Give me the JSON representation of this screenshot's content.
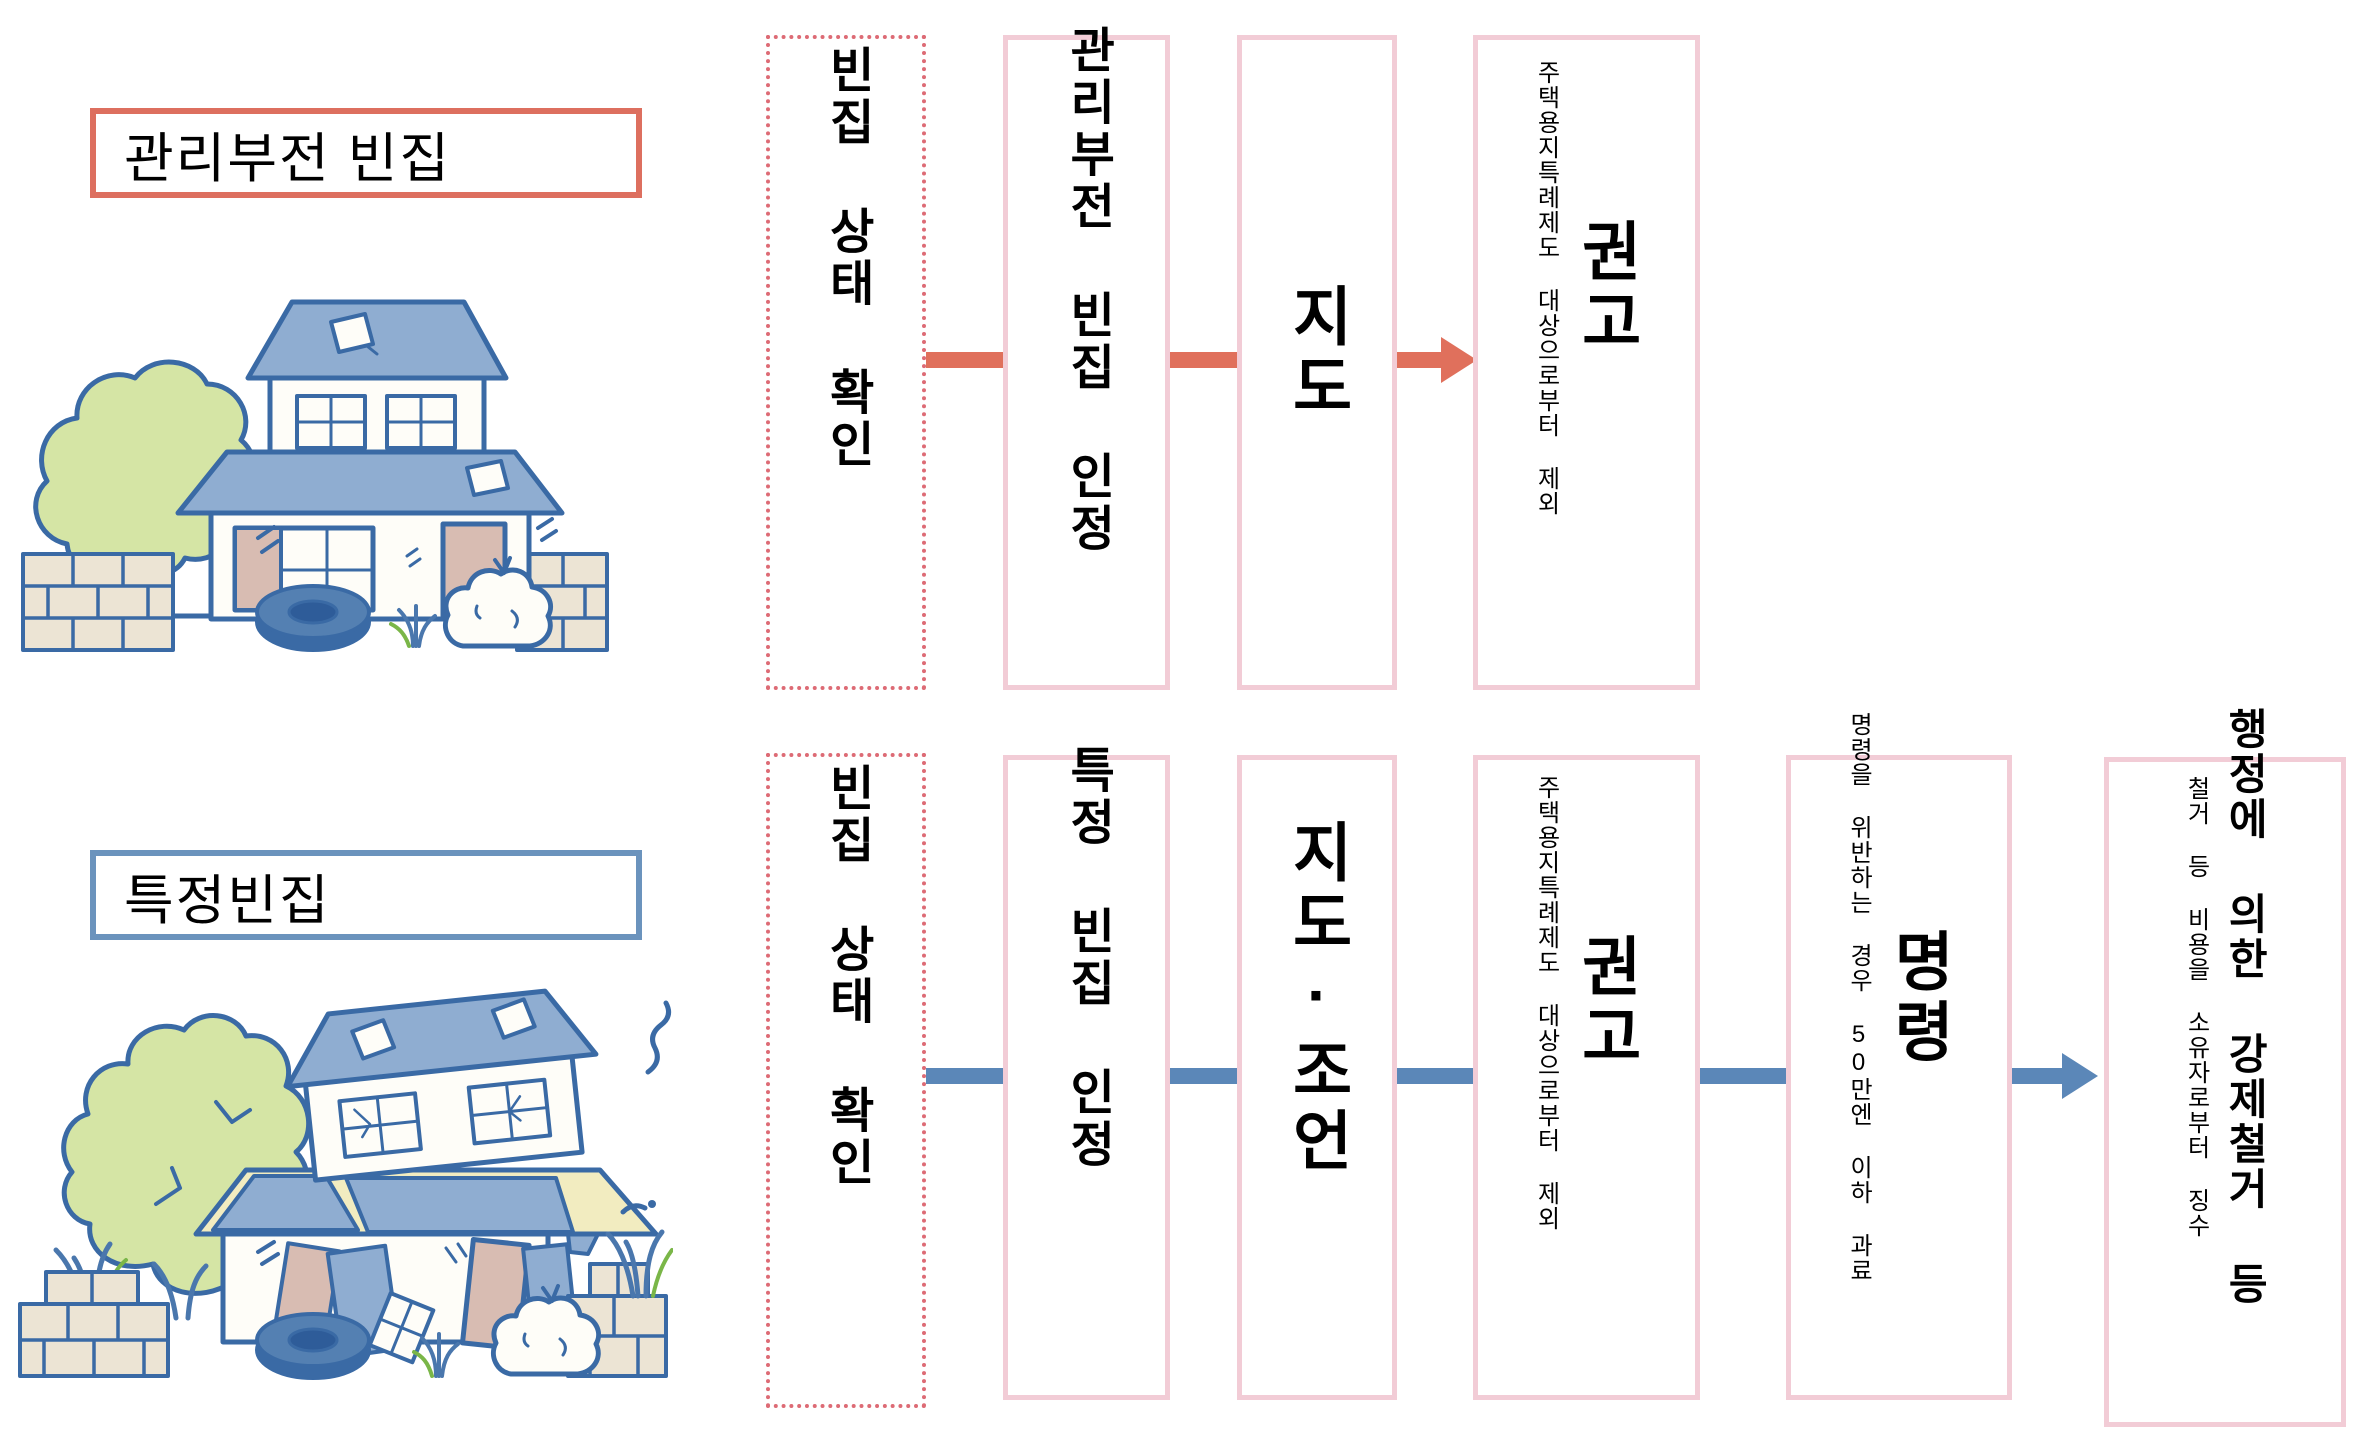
{
  "palette": {
    "salmon_accent": "#e0705c",
    "salmon_label_border": "#dd6f5f",
    "blue_accent": "#5b87b8",
    "blue_label_border": "#6b93bd",
    "step_box_border": "#f2ccd6",
    "dotted_box_border": "#dd6b75",
    "illustration_outline": "#3a6aa5",
    "roof_blue": "#8fadd1",
    "door_tan": "#d8bcb2",
    "tree_green": "#d5e5a5",
    "brick_beige": "#ece4d4",
    "tire_navy": "#2e5c99",
    "exposed_cream": "#f2ecc0"
  },
  "icons": {
    "house_intact": "intact-house-illustration",
    "house_damaged": "damaged-house-illustration"
  },
  "rows": [
    {
      "id": "mismanaged",
      "label": "관리부전 빈집",
      "steps": [
        {
          "text": "빈집 상태 확인"
        },
        {
          "text": "관리부전 빈집 인정"
        },
        {
          "text": "지도"
        },
        {
          "text": "권고",
          "note": "주택용지특례제도 대상으로부터 제외"
        }
      ]
    },
    {
      "id": "specified",
      "label": "특정빈집",
      "steps": [
        {
          "text": "빈집 상태 확인"
        },
        {
          "text": "특정 빈집 인정"
        },
        {
          "text": "지도·조언"
        },
        {
          "text": "권고",
          "note": "주택용지특례제도 대상으로부터 제외"
        },
        {
          "text": "명령",
          "note": "명령을 위반하는 경우 50만엔 이하 과료"
        },
        {
          "text": "행정에 의한 강제철거 등",
          "note": "철거 등 비용을 소유자로부터 징수"
        }
      ]
    }
  ]
}
